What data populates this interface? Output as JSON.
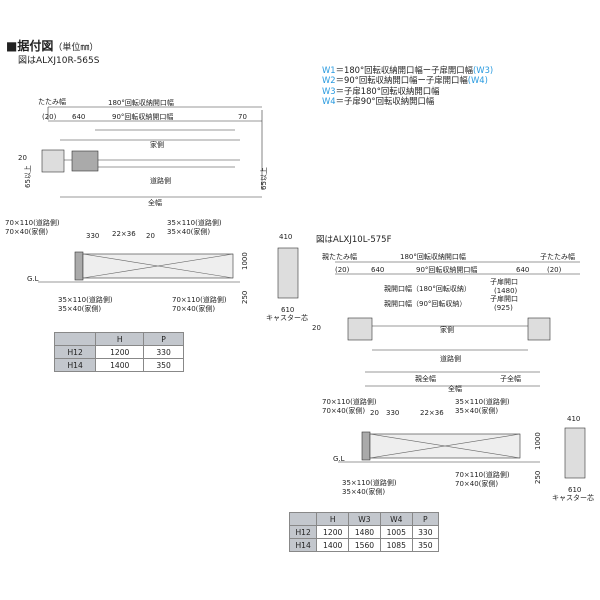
{
  "header": {
    "title": "■据付図",
    "unit": "（単位㎜）",
    "figure1": "図はALXJ10R-565S",
    "figure2": "図はALXJ10L-575F"
  },
  "legend": [
    {
      "key": "W1",
      "text": "＝180°回転収納開口幅ー子扉開口幅",
      "tag": "(W3)"
    },
    {
      "key": "W2",
      "text": "＝90°回転収納開口幅ー子扉開口幅",
      "tag": "(W4)"
    },
    {
      "key": "W3",
      "text": "＝子扉180°回転収納開口幅",
      "tag": ""
    },
    {
      "key": "W4",
      "text": "＝子扉90°回転収納開口幅",
      "tag": ""
    }
  ],
  "labels": {
    "fold_width": "たたみ幅",
    "rot180": "180°回転収納開口幅",
    "rot90": "90°回転収納開口幅",
    "house_side": "家側",
    "road_side": "道路側",
    "total_width": "全幅",
    "dim70": "70",
    "dim640": "640",
    "dim20": "20",
    "dim20p": "(20)",
    "dim410": "410",
    "dim65": "65以上",
    "dim330": "330",
    "dim22x36": "22×36",
    "post_road": "70×110(道路側)",
    "post_house": "70×40(家側)",
    "frame_road": "35×110(道路側)",
    "frame_house": "35×40(家側)",
    "gl": "G.L",
    "dim1000": "1000",
    "dim250": "250",
    "dim610": "610",
    "caster": "キャスター芯",
    "parent_fold": "親たたみ幅",
    "child_fold": "子たたみ幅",
    "parent_open180": "親開口幅（180°回転収納）",
    "parent_open90": "親開口幅（90°回転収納）",
    "child_open": "子扉開口",
    "child_open180": "(1480)",
    "child_open90": "(925)",
    "parent_total": "親全幅",
    "child_total": "子全幅"
  },
  "table1": {
    "headers": [
      "",
      "H",
      "P"
    ],
    "rows": [
      [
        "H12",
        "1200",
        "330"
      ],
      [
        "H14",
        "1400",
        "350"
      ]
    ]
  },
  "table2": {
    "headers": [
      "",
      "H",
      "W3",
      "W4",
      "P"
    ],
    "rows": [
      [
        "H12",
        "1200",
        "1480",
        "1005",
        "330"
      ],
      [
        "H14",
        "1400",
        "1560",
        "1085",
        "350"
      ]
    ]
  }
}
